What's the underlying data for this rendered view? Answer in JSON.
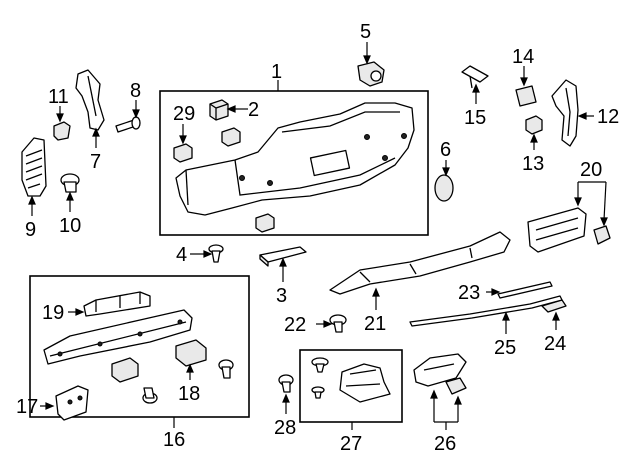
{
  "diagram": {
    "callouts": [
      {
        "id": "c1",
        "text": "1"
      },
      {
        "id": "c2",
        "text": "2"
      },
      {
        "id": "c4",
        "text": "4"
      },
      {
        "id": "c5",
        "text": "5"
      },
      {
        "id": "c6",
        "text": "6"
      },
      {
        "id": "c7",
        "text": "7"
      },
      {
        "id": "c8",
        "text": "8"
      },
      {
        "id": "c9",
        "text": "9"
      },
      {
        "id": "c10",
        "text": "10"
      },
      {
        "id": "c11",
        "text": "11"
      },
      {
        "id": "c12",
        "text": "12"
      },
      {
        "id": "c13",
        "text": "13"
      },
      {
        "id": "c14",
        "text": "14"
      },
      {
        "id": "c15",
        "text": "15"
      },
      {
        "id": "c16",
        "text": "16"
      },
      {
        "id": "c17",
        "text": "17"
      },
      {
        "id": "c18",
        "text": "18"
      },
      {
        "id": "c19",
        "text": "19"
      },
      {
        "id": "c20",
        "text": "20"
      },
      {
        "id": "c21",
        "text": "21"
      },
      {
        "id": "c22",
        "text": "22"
      },
      {
        "id": "c23",
        "text": "23"
      },
      {
        "id": "c24",
        "text": "24"
      },
      {
        "id": "c25",
        "text": "25"
      },
      {
        "id": "c26",
        "text": "26"
      },
      {
        "id": "c27",
        "text": "27"
      },
      {
        "id": "c28",
        "text": "28"
      },
      {
        "id": "c29",
        "text": "29"
      },
      {
        "id": "c3",
        "text": "3"
      }
    ]
  }
}
